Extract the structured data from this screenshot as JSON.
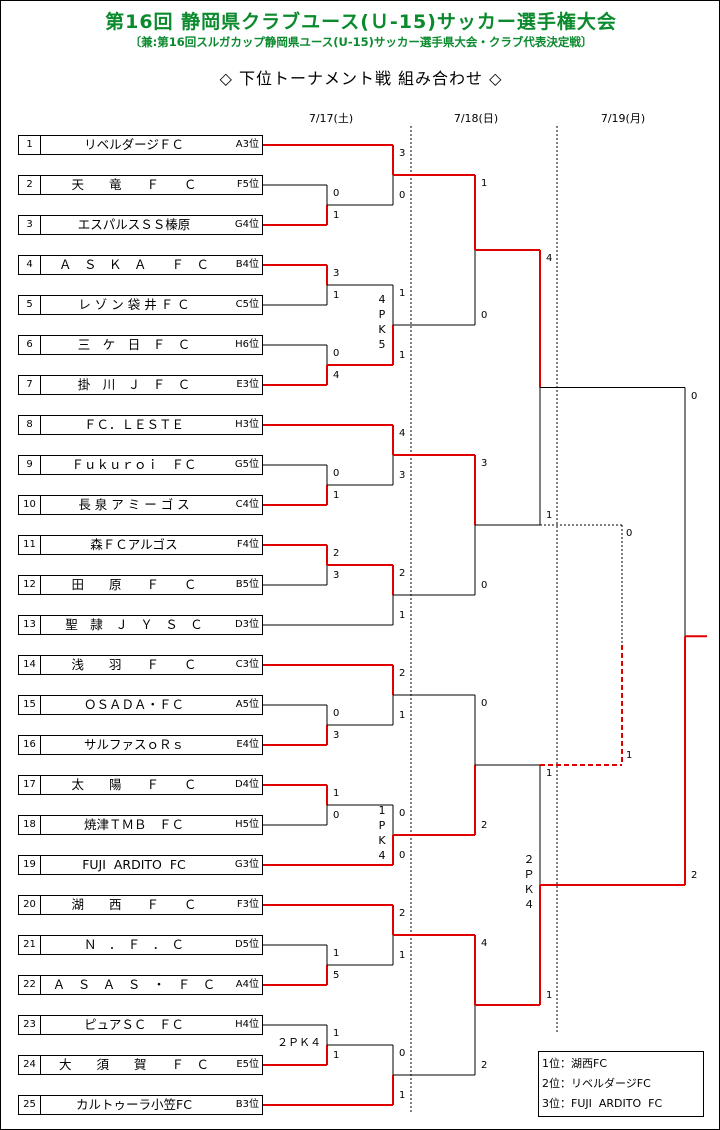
{
  "title": "第16回 静岡県クラブユース(Ｕ-15)サッカー選手権大会",
  "subtitle": "〔兼:第16回スルガカップ静岡県ユース(U-15)サッカー選手県大会・クラブ代表決定戦〕",
  "heading": "◇ 下位トーナメント戦 組み合わせ ◇",
  "dates": [
    "7/17(土)",
    "7/18(日)",
    "7/19(月)"
  ],
  "colors": {
    "title": "#0b8a2e",
    "winner_line": "#e00000",
    "line": "#000000"
  },
  "teams": [
    {
      "no": "1",
      "name": "リベルダージＦＣ",
      "seed": "A3位"
    },
    {
      "no": "2",
      "name": "天　　竜　　Ｆ　　Ｃ",
      "seed": "F5位"
    },
    {
      "no": "3",
      "name": "エスパルスＳＳ榛原",
      "seed": "G4位"
    },
    {
      "no": "4",
      "name": "Ａ　Ｓ　Ｋ　Ａ　　Ｆ　Ｃ",
      "seed": "B4位"
    },
    {
      "no": "5",
      "name": "レ ゾ ン 袋 井 Ｆ Ｃ",
      "seed": "C5位"
    },
    {
      "no": "6",
      "name": "三　ケ　日　Ｆ　Ｃ",
      "seed": "H6位"
    },
    {
      "no": "7",
      "name": "掛　川　Ｊ　Ｆ　Ｃ",
      "seed": "E3位"
    },
    {
      "no": "8",
      "name": "ＦＣ．ＬＥＳＴＥ",
      "seed": "H3位"
    },
    {
      "no": "9",
      "name": "Ｆｕｋｕｒｏｉ　ＦＣ",
      "seed": "G5位"
    },
    {
      "no": "10",
      "name": "長 泉 ア ミ ー ゴ ス",
      "seed": "C4位"
    },
    {
      "no": "11",
      "name": "森ＦＣアルゴス",
      "seed": "F4位"
    },
    {
      "no": "12",
      "name": "田　　原　　Ｆ　　Ｃ",
      "seed": "B5位"
    },
    {
      "no": "13",
      "name": "聖　隷　Ｊ　Ｙ　Ｓ　Ｃ",
      "seed": "D3位"
    },
    {
      "no": "14",
      "name": "浅　　羽　　Ｆ　　Ｃ",
      "seed": "C3位"
    },
    {
      "no": "15",
      "name": "ＯＳＡＤＡ・ＦＣ",
      "seed": "A5位"
    },
    {
      "no": "16",
      "name": "サルファスｏＲｓ",
      "seed": "E4位"
    },
    {
      "no": "17",
      "name": "太　　陽　　Ｆ　　Ｃ",
      "seed": "D4位"
    },
    {
      "no": "18",
      "name": "焼津ＴＭＢ　ＦＣ",
      "seed": "H5位"
    },
    {
      "no": "19",
      "name": "FUJI  ARDITO  FC",
      "seed": "G3位"
    },
    {
      "no": "20",
      "name": "湖　　西　　Ｆ　　Ｃ",
      "seed": "F3位"
    },
    {
      "no": "21",
      "name": "Ｎ　．　Ｆ　．　Ｃ",
      "seed": "D5位"
    },
    {
      "no": "22",
      "name": "Ａ　Ｓ　Ａ　Ｓ　・　Ｆ　Ｃ",
      "seed": "A4位"
    },
    {
      "no": "23",
      "name": "ピュアＳＣ　ＦＣ",
      "seed": "H4位"
    },
    {
      "no": "24",
      "name": "大　　須　　賀　　Ｆ　Ｃ",
      "seed": "E5位"
    },
    {
      "no": "25",
      "name": "カルトゥーラ小笠FC",
      "seed": "B3位"
    }
  ],
  "scores": {
    "r1": [
      {
        "match": "2-3",
        "top": "0",
        "bottom": "1"
      },
      {
        "match": "4-5",
        "top": "3",
        "bottom": "1"
      },
      {
        "match": "6-7",
        "top": "0",
        "bottom": "4"
      },
      {
        "match": "9-10",
        "top": "0",
        "bottom": "1"
      },
      {
        "match": "11-12",
        "top": "2",
        "bottom": "3"
      },
      {
        "match": "15-16",
        "top": "0",
        "bottom": "3"
      },
      {
        "match": "17-18",
        "top": "1",
        "bottom": "0"
      },
      {
        "match": "21-22",
        "top": "1",
        "bottom": "5"
      },
      {
        "match": "23-24",
        "top": "1",
        "bottom": "1",
        "pk": "２ＰＫ４"
      }
    ],
    "r2": [
      {
        "match": "1 vs W(2-3)",
        "top": "3",
        "bottom": "0"
      },
      {
        "match": "W(4-5) vs W(6-7)",
        "top": "1",
        "bottom": "1",
        "pk": [
          "4",
          "P",
          "K",
          "5"
        ]
      },
      {
        "match": "8 vs W(9-10)",
        "top": "4",
        "bottom": "3"
      },
      {
        "match": "W(11-12) vs 13",
        "top": "2",
        "bottom": "1"
      },
      {
        "match": "14 vs W(15-16)",
        "top": "2",
        "bottom": "1"
      },
      {
        "match": "W(17-18) vs 19",
        "top": "0",
        "bottom": "0",
        "pk": [
          "1",
          "P",
          "K",
          "4"
        ]
      },
      {
        "match": "20 vs W(21-22)",
        "top": "2",
        "bottom": "1"
      },
      {
        "match": "W(23-24) vs 25",
        "top": "0",
        "bottom": "1"
      }
    ],
    "r3": [
      {
        "top": "1",
        "bottom": "0"
      },
      {
        "top": "3",
        "bottom": "0"
      },
      {
        "top": "0",
        "bottom": "2"
      },
      {
        "top": "4",
        "bottom": "2"
      }
    ],
    "r4": [
      {
        "top": "4",
        "bottom": "1"
      },
      {
        "top": "1",
        "bottom": "1",
        "pk": [
          "２",
          "Ｐ",
          "Ｋ",
          "４"
        ]
      }
    ],
    "final": {
      "top": "0",
      "bottom": "2"
    },
    "third_place": {
      "top": "0",
      "bottom": "1"
    }
  },
  "legend": [
    "1位：湖西FC",
    "2位：リベルダージFC",
    "3位：FUJI  ARDITO  FC"
  ]
}
